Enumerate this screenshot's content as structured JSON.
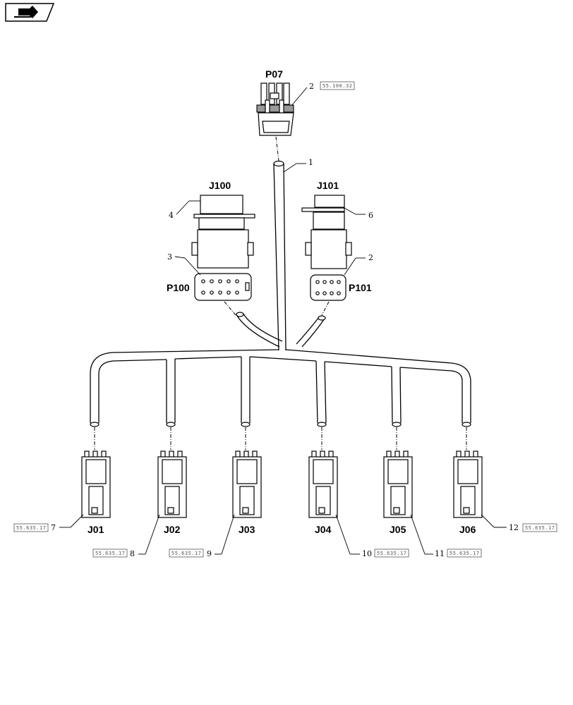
{
  "labels": {
    "p07": "P07",
    "j100": "J100",
    "j101": "J101",
    "p100": "P100",
    "p101": "P101",
    "j01": "J01",
    "j02": "J02",
    "j03": "J03",
    "j04": "J04",
    "j05": "J05",
    "j06": "J06"
  },
  "callouts": {
    "c1": "1",
    "c2_top": "2",
    "c2_mid": "2",
    "c3": "3",
    "c4": "4",
    "c6": "6",
    "c7": "7",
    "c8": "8",
    "c9": "9",
    "c10": "10",
    "c11": "11",
    "c12": "12"
  },
  "refs": {
    "r_top": "55.100.32",
    "r7": "55.635.17",
    "r8": "55.635.17",
    "r9": "55.635.17",
    "r10": "55.635.17",
    "r11": "55.635.17",
    "r12": "55.635.17"
  },
  "icons": {
    "nav": "book-arrow-icon"
  }
}
